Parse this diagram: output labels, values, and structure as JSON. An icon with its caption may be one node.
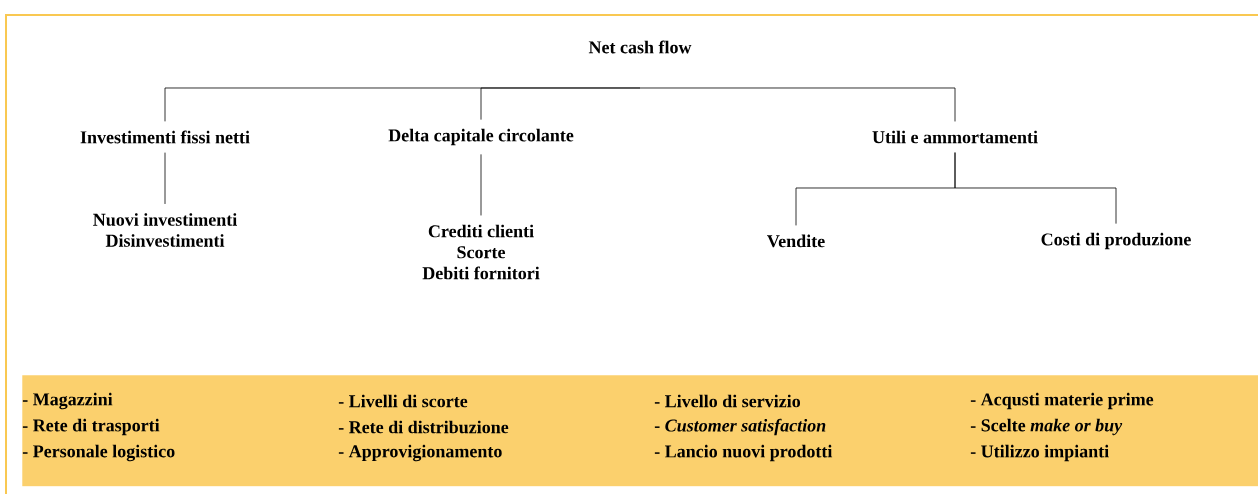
{
  "diagram": {
    "nodes": [
      {
        "text": [
          "Net cash flow"
        ]
      },
      {
        "text": [
          "Investimenti fissi netti"
        ]
      },
      {
        "text": [
          "Delta capitale circolante"
        ]
      },
      {
        "text": [
          "Utili e ammortamenti"
        ]
      },
      {
        "text": [
          "Nuovi investimenti",
          "Disinvestimenti"
        ]
      },
      {
        "text": [
          "Crediti clienti",
          "Scorte",
          "Debiti fornitori"
        ]
      },
      {
        "text": [
          "Vendite"
        ]
      },
      {
        "text": [
          "Costi di produzione"
        ]
      },
      {
        "text": [
          "- Magazzini",
          "- Rete di trasporti",
          "- Personale logistico",
          "- Livelli di scorte",
          "- Rete di distribuzione",
          "- Approvigionamento",
          "- Livello di servizio",
          "- *Customer satisfaction*",
          "- Lancio nuovi prodotti",
          "- Acqusti materie prime",
          "- Scelte *make or buy*",
          "- Utilizzo impianti"
        ]
      }
    ],
    "edges": [
      {
        "from": 0,
        "to": 1,
        "arrow": "none"
      },
      {
        "from": 0,
        "to": 2,
        "arrow": "none"
      },
      {
        "from": 0,
        "to": 3,
        "arrow": "none"
      },
      {
        "from": 1,
        "to": 4,
        "arrow": "none"
      },
      {
        "from": 2,
        "to": 5,
        "arrow": "none"
      },
      {
        "from": 3,
        "to": 6,
        "arrow": "none"
      },
      {
        "from": 3,
        "to": 7,
        "arrow": "none"
      }
    ]
  }
}
